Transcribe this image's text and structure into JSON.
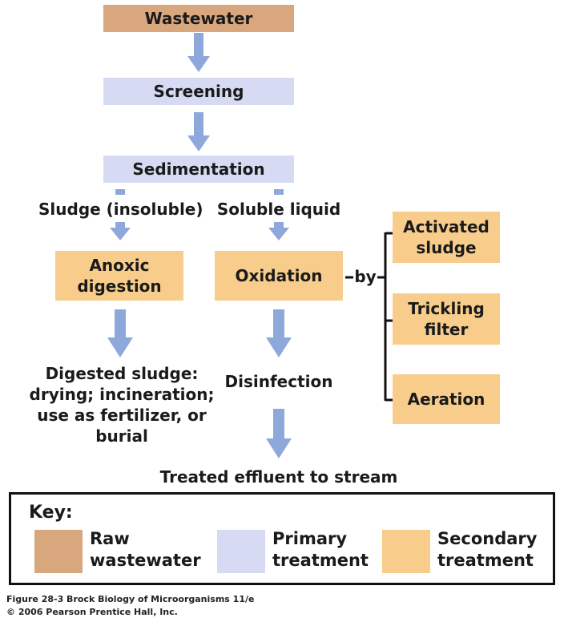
{
  "flow": {
    "wastewater": "Wastewater",
    "screening": "Screening",
    "sedimentation": "Sedimentation",
    "sludge_label": "Sludge (insoluble)",
    "soluble_label": "Soluble liquid",
    "anoxic": "Anoxic\ndigestion",
    "oxidation": "Oxidation",
    "by": "by",
    "activated": "Activated\nsludge",
    "trickling": "Trickling\nfilter",
    "aeration": "Aeration",
    "digested": "Digested sludge:\ndrying; incineration;\nuse as fertilizer, or\nburial",
    "disinfection": "Disinfection",
    "effluent": "Treated effluent to stream"
  },
  "key": {
    "title": "Key:",
    "raw": "Raw\nwastewater",
    "primary": "Primary\ntreatment",
    "secondary": "Secondary\ntreatment"
  },
  "colors": {
    "raw": "#d9a77e",
    "primary": "#d6dbf3",
    "secondary": "#f8cd8c",
    "arrow": "#8fa8dc"
  },
  "caption": {
    "line1": "Figure 28-3  Brock Biology of Microorganisms 11/e",
    "line2": "© 2006 Pearson Prentice Hall, Inc."
  }
}
